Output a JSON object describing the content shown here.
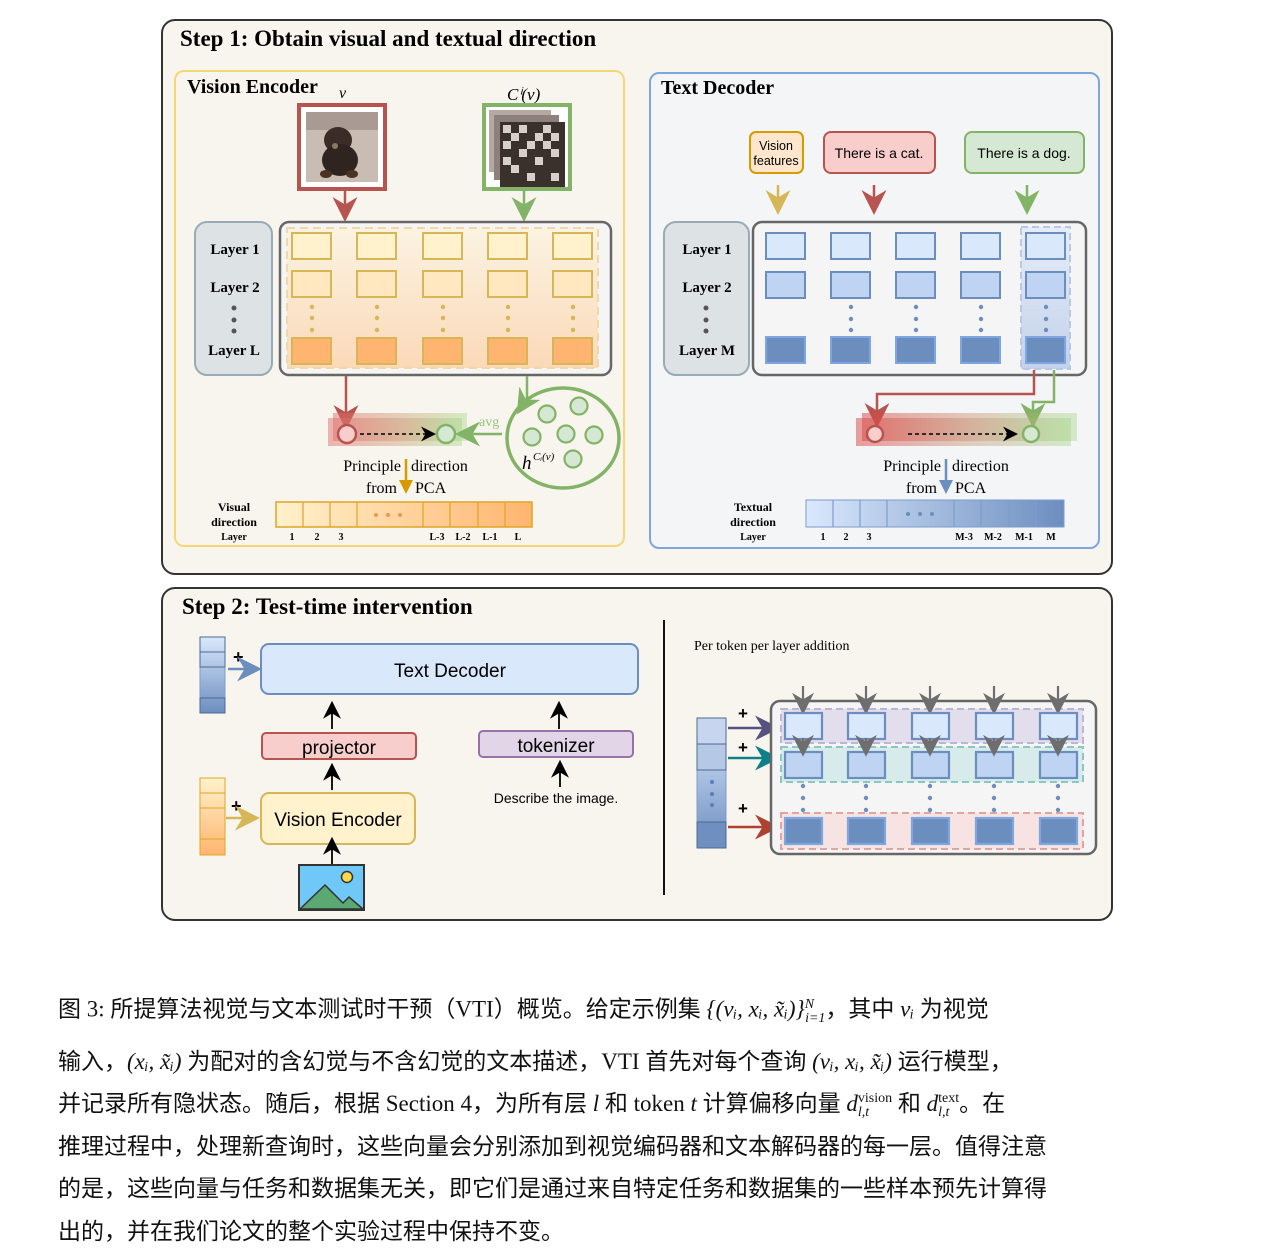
{
  "step1": {
    "title": "Step 1: Obtain visual and textual direction",
    "vision_encoder": {
      "title": "Vision Encoder",
      "original_label": "v",
      "corrupted_label": "Cⁱ(v)",
      "layers": [
        "Layer 1",
        "Layer 2",
        "Layer L"
      ],
      "avg_label": "avg",
      "cluster_label": "h",
      "cluster_sup": "Cᵢ(v)",
      "pca_line1_a": "Principle",
      "pca_line1_b": "direction",
      "pca_line2_a": "from",
      "pca_line2_b": "PCA",
      "direction_label_1": "Visual",
      "direction_label_2": "direction",
      "layer_axis_label": "Layer",
      "layer_ticks": [
        "1",
        "2",
        "3",
        "L-3",
        "L-2",
        "L-1",
        "L"
      ],
      "colors": {
        "border": "#f7d774",
        "cell_light": "#fff2cc",
        "cell_dark": "#ffb570",
        "cell_stroke": "#d6b656"
      }
    },
    "text_decoder": {
      "title": "Text Decoder",
      "inputs": [
        {
          "label_1": "Vision",
          "label_2": "features",
          "color": "#ffe6cc",
          "stroke": "#d79b00"
        },
        {
          "label": "There is a cat.",
          "color": "#f8cecc",
          "stroke": "#b85450"
        },
        {
          "label": "There is a dog.",
          "color": "#d5e8d4",
          "stroke": "#82b366"
        }
      ],
      "layers": [
        "Layer 1",
        "Layer 2",
        "Layer M"
      ],
      "pca_line1_a": "Principle",
      "pca_line1_b": "direction",
      "pca_line2_a": "from",
      "pca_line2_b": "PCA",
      "direction_label_1": "Textual",
      "direction_label_2": "direction",
      "layer_axis_label": "Layer",
      "layer_ticks": [
        "1",
        "2",
        "3",
        "M-3",
        "M-2",
        "M-1",
        "M"
      ],
      "colors": {
        "border": "#7ea6e0",
        "cell_light": "#dae8fc",
        "cell_dark": "#6c8ebf"
      }
    }
  },
  "step2": {
    "title": "Step 2: Test-time intervention",
    "text_decoder_label": "Text Decoder",
    "projector_label": "projector",
    "tokenizer_label": "tokenizer",
    "vision_encoder_label": "Vision Encoder",
    "prompt": "Describe the image.",
    "plus": "+",
    "per_token_label": "Per token per layer addition"
  },
  "caption": {
    "line1_a": "图 3: 所提算法视觉与文本测试时干预（VTI）概览。给定示例集 ",
    "line1_math": "{(vᵢ, xᵢ, x̃ᵢ)}",
    "line1_sup": "N",
    "line1_sub": "i=1",
    "line1_b": "，其中 ",
    "line1_vi": "vᵢ",
    "line1_c": " 为视觉",
    "line2_a": "输入，",
    "line2_math1": "(xᵢ, x̃ᵢ)",
    "line2_b": " 为配对的含幻觉与不含幻觉的文本描述，VTI 首先对每个查询 ",
    "line2_math2": "(vᵢ, xᵢ, x̃ᵢ)",
    "line2_c": " 运行模型，",
    "line3_a": "并记录所有隐状态。随后，根据 Section 4，为所有层 ",
    "line3_l": "l",
    "line3_b": " 和 token ",
    "line3_t": "t",
    "line3_c": " 计算偏移向量 ",
    "line3_d": "d",
    "line3_vision": "vision",
    "line3_lt": "l,t",
    "line3_and": " 和 ",
    "line3_text": "text",
    "line3_e": "。在",
    "line4": "推理过程中，处理新查询时，这些向量会分别添加到视觉编码器和文本解码器的每一层。值得注意",
    "line5": "的是，这些向量与任务和数据集无关，即它们是通过来自特定任务和数据集的一些样本预先计算得",
    "line6": "出的，并在我们论文的整个实验过程中保持不变。"
  }
}
